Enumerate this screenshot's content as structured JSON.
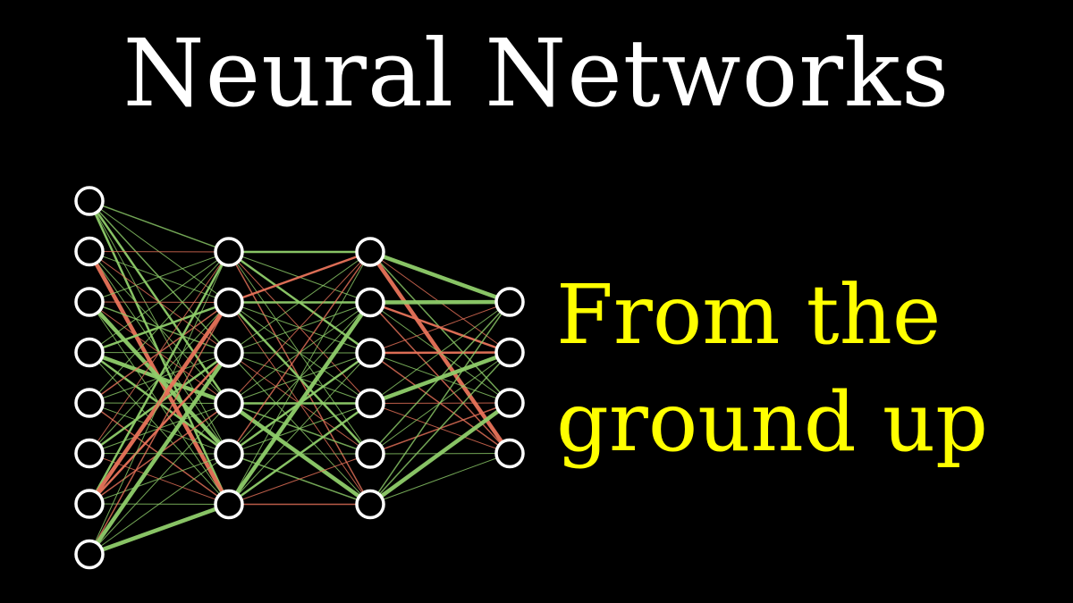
{
  "title": "Neural Networks",
  "subtitle_lines": [
    "From the",
    "ground up"
  ],
  "colors": {
    "background": "#000000",
    "title": "#ffffff",
    "subtitle": "#ffff00",
    "neuron": "#ffffff",
    "positive_weight": "#8fce6a",
    "negative_weight": "#e8735a"
  },
  "network": {
    "layer_sizes": [
      8,
      6,
      6,
      4
    ]
  }
}
